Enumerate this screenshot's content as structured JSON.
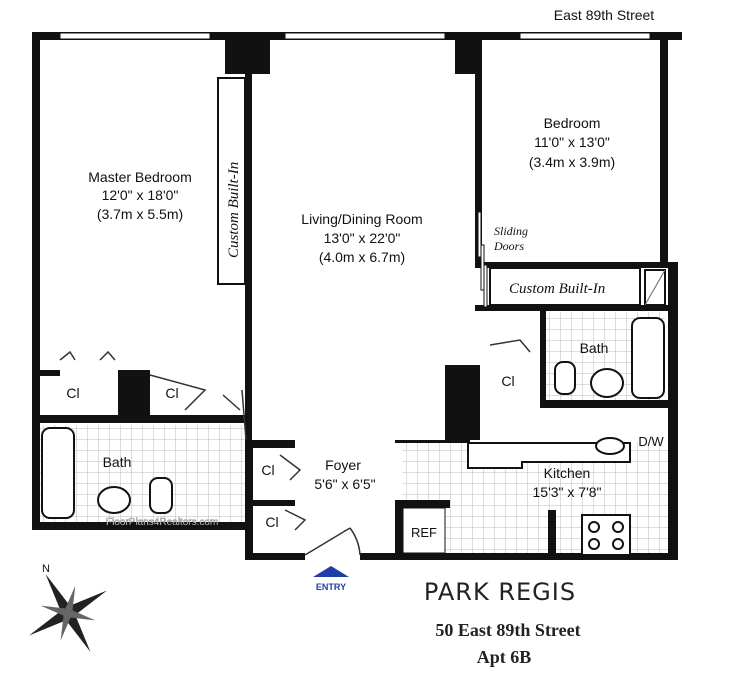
{
  "street_label": "East 89th Street",
  "rooms": {
    "master_bedroom": {
      "name": "Master Bedroom",
      "imperial": "12'0\" x 18'0\"",
      "metric": "(3.7m x 5.5m)"
    },
    "living_dining": {
      "name": "Living/Dining Room",
      "imperial": "13'0\" x 22'0\"",
      "metric": "(4.0m x 6.7m)"
    },
    "bedroom": {
      "name": "Bedroom",
      "imperial": "11'0\" x 13'0\"",
      "metric": "(3.4m x 3.9m)"
    },
    "foyer": {
      "name": "Foyer",
      "imperial": "5'6\" x 6'5\""
    },
    "kitchen": {
      "name": "Kitchen",
      "imperial": "15'3\" x 7'8\""
    },
    "bath_master": {
      "name": "Bath"
    },
    "bath_second": {
      "name": "Bath"
    }
  },
  "fixtures": {
    "custom_builtin_master": "Custom Built-In",
    "custom_builtin_bedroom": "Custom Built-In",
    "sliding_doors_line1": "Sliding",
    "sliding_doors_line2": "Doors",
    "closet": "Cl",
    "dishwasher": "D/W",
    "refrigerator": "REF",
    "entry": "ENTRY"
  },
  "watermark": "FloorPlans4Realtors.com",
  "compass_north": "N",
  "building": {
    "name": "PARK REGIS",
    "address": "50 East 89th Street",
    "unit": "Apt 6B"
  },
  "colors": {
    "wall": "#111111",
    "entry_arrow": "#1f3fa8"
  }
}
